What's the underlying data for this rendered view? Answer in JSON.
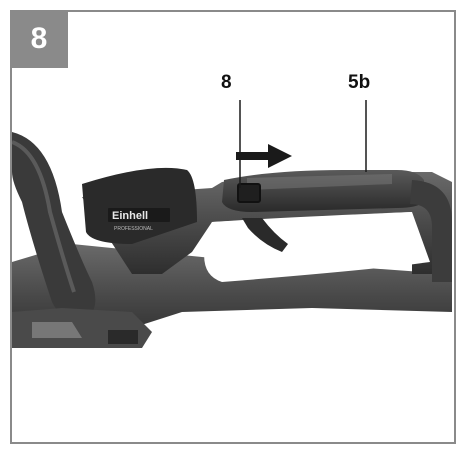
{
  "figure": {
    "number": "8",
    "callouts": [
      {
        "id": "switch",
        "text": "8"
      },
      {
        "id": "handle",
        "text": "5b"
      }
    ],
    "brand_logo": {
      "text": "Einhell",
      "subtext": "PROFESSIONAL"
    },
    "colors": {
      "frame": "#8a8a8a",
      "badge_text": "#ffffff",
      "tool_body": "#4a4a4a",
      "tool_dark": "#2a2a2a",
      "arrow": "#1a1a1a"
    },
    "icons": [
      "arrow-right-icon"
    ]
  }
}
